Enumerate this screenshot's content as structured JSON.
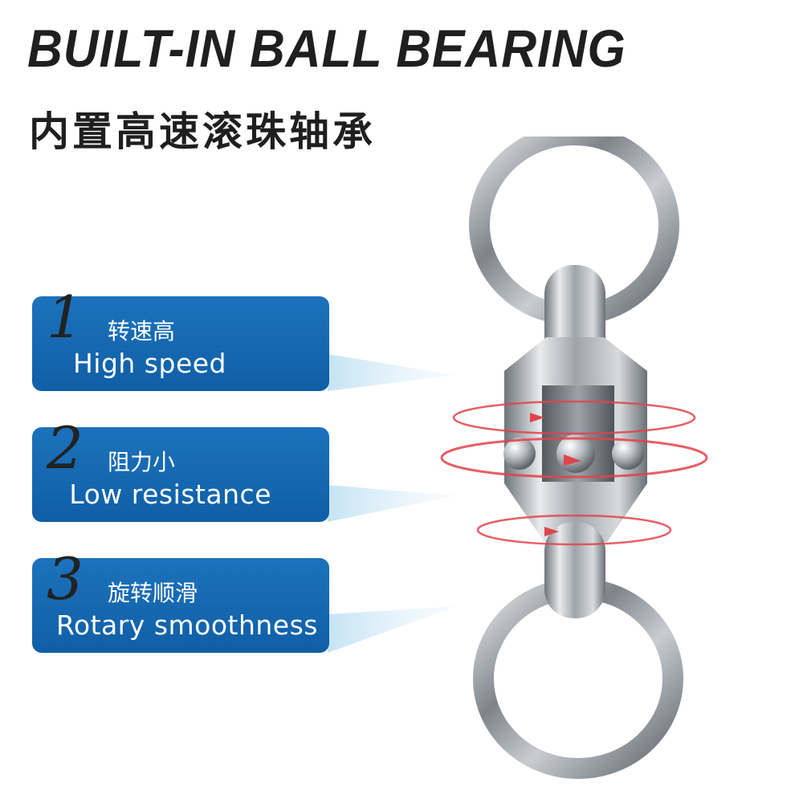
{
  "header": {
    "title_en": "BUILT-IN BALL BEARING",
    "title_cn": "内置高速滚珠轴承"
  },
  "features": [
    {
      "number": "1",
      "label_cn": "转速高",
      "label_en": "High speed"
    },
    {
      "number": "2",
      "label_cn": "阻力小",
      "label_en": "Low resistance"
    },
    {
      "number": "3",
      "label_cn": "旋转顺滑",
      "label_en": "Rotary smoothness"
    }
  ],
  "colors": {
    "panel_blue": "#1568b3",
    "arrow_red": "#e0444c",
    "metal": "#9aa0a6"
  },
  "product_image": "ball-bearing-swivel-icon"
}
